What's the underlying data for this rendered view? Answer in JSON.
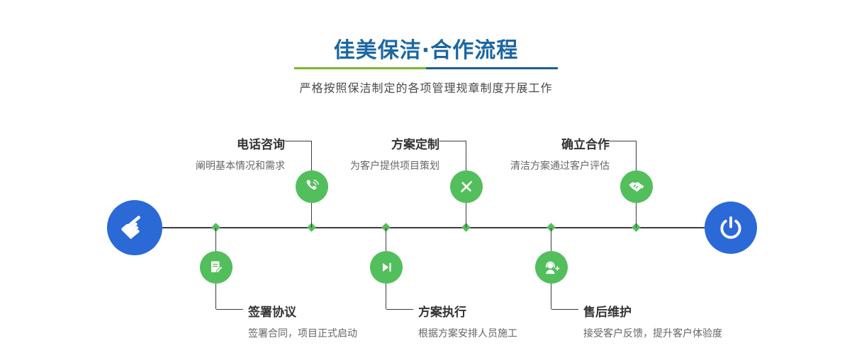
{
  "header": {
    "title": "佳美保洁·合作流程",
    "subtitle": "严格按照保洁制定的各项管理规章制度开展工作"
  },
  "timeline": {
    "start_icon": "hand-pointer",
    "end_icon": "power",
    "hand_glyph": "☛"
  },
  "steps": [
    {
      "label": "电话咨询",
      "desc": "阐明基本情况和需求",
      "side": "top",
      "icon": "phone-icon"
    },
    {
      "label": "签署协议",
      "desc": "签署合同，项目正式启动",
      "side": "bottom",
      "icon": "contract-pen-icon"
    },
    {
      "label": "方案定制",
      "desc": "为客户提供项目策划",
      "side": "top",
      "icon": "design-tools-icon"
    },
    {
      "label": "方案执行",
      "desc": "根据方案安排人员施工",
      "side": "bottom",
      "icon": "play-next-icon"
    },
    {
      "label": "确立合作",
      "desc": "清洁方案通过客户评估",
      "side": "top",
      "icon": "handshake-icon"
    },
    {
      "label": "售后维护",
      "desc": "接受客户反馈，提升客户体验度",
      "side": "bottom",
      "icon": "customer-service-icon"
    }
  ],
  "colors": {
    "title_blue": "#1b66a3",
    "divider_green": "#7cb72e",
    "divider_blue": "#1d5e94",
    "node_blue": "#2a69d6",
    "step_green": "#52bf5c",
    "line_dark": "#3b3b3b"
  }
}
